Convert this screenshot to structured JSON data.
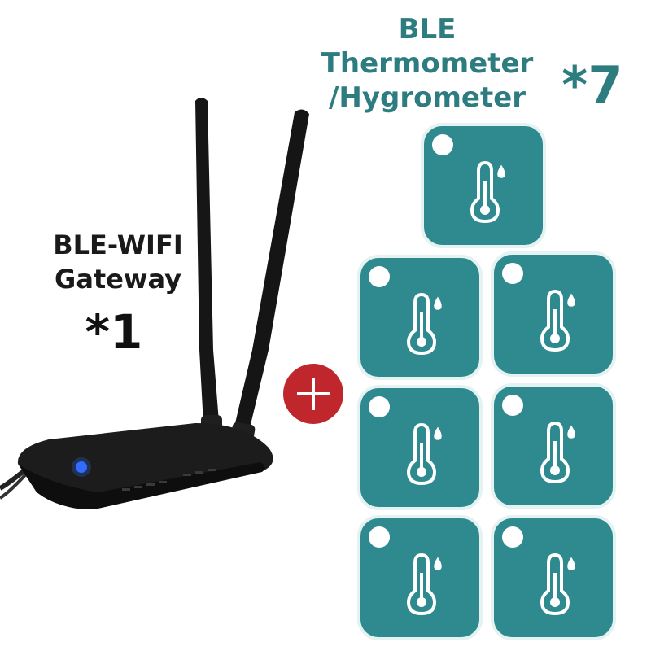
{
  "gateway": {
    "title_line1": "BLE-WIFI",
    "title_line2": "Gateway",
    "quantity": "*1"
  },
  "sensor": {
    "title_line1": "BLE",
    "title_line2": "Thermometer",
    "title_line3": "/Hygrometer",
    "quantity": "*7",
    "count": 7
  },
  "colors": {
    "sensor_body": "#2e8a8f",
    "sensor_border": "#e4f2f2",
    "title_teal": "#2d7c80",
    "plus_red": "#c0272d",
    "gateway_black": "#1c1c1c",
    "led_blue": "#2f6dff"
  },
  "icons": {
    "plus": "plus-circle-icon",
    "sensor": "thermometer-droplet-icon"
  }
}
